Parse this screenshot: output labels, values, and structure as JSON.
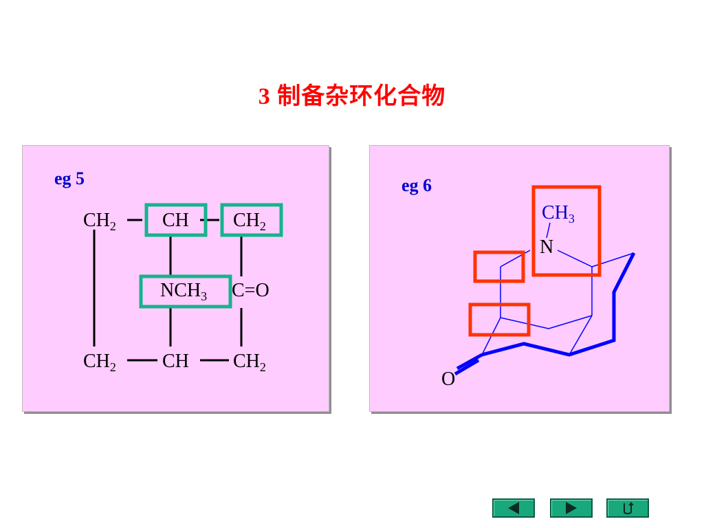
{
  "slide": {
    "title": "3  制备杂环化合物"
  },
  "example5": {
    "label": "eg 5",
    "top_row": [
      {
        "base": "CH",
        "sub": "2"
      },
      {
        "base": "CH",
        "sub": ""
      },
      {
        "base": "CH",
        "sub": "2"
      }
    ],
    "middle_left": {
      "base": "NCH",
      "sub": "3"
    },
    "middle_right": "C=O",
    "bottom_row": [
      {
        "base": "CH",
        "sub": "2"
      },
      {
        "base": "CH",
        "sub": ""
      },
      {
        "base": "CH",
        "sub": "2"
      }
    ],
    "highlight_color": "#14b48c"
  },
  "example6": {
    "label": "eg 6",
    "methyl": {
      "base": "CH",
      "sub": "3"
    },
    "nitrogen": "N",
    "oxygen": "O",
    "highlight_color": "#ff3300",
    "bond_color": "#0000ff"
  },
  "navigation": {
    "buttons": [
      {
        "name": "previous",
        "icon": "arrow-left-icon"
      },
      {
        "name": "next",
        "icon": "arrow-right-icon"
      },
      {
        "name": "return",
        "icon": "return-icon"
      }
    ],
    "color": "#19a87c"
  }
}
